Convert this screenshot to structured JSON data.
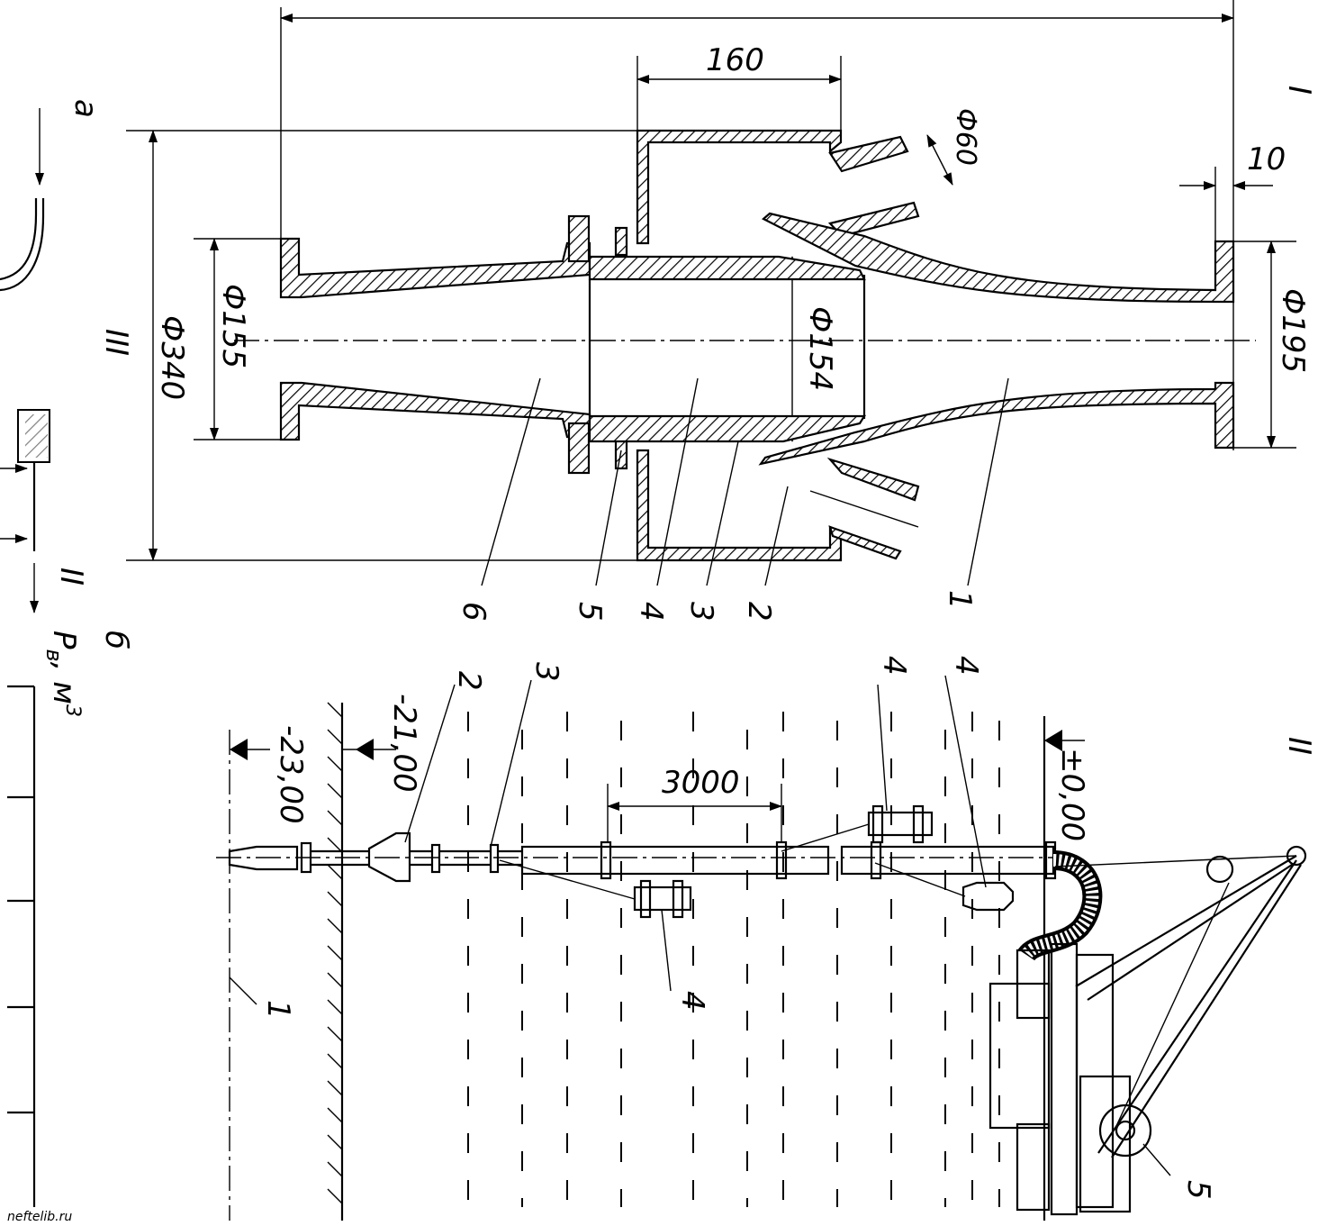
{
  "figure": {
    "panel_a_label": "а",
    "panel_b_label": "б",
    "section_I": "I",
    "section_II": "II",
    "section_III": "III",
    "section_II_lower": "II",
    "pv_label": "P",
    "pv_sub": "в",
    "pv_unit": ", м",
    "pv_sup": "3",
    "watermark": "neftelib.ru"
  },
  "dimensions_a": {
    "d160": "160",
    "d10": "10",
    "phi60": "Ф60",
    "phi155": "Ф155",
    "phi340": "Ф340",
    "phi154": "Ф154",
    "phi195": "Ф195"
  },
  "parts_a": [
    "1",
    "2",
    "3",
    "4",
    "5",
    "6"
  ],
  "elevations_b": {
    "el23": "-23,00",
    "el21": "-21,00",
    "el0": "±0,00",
    "d3000": "3000"
  },
  "parts_b": {
    "p1": "1",
    "p2": "2",
    "p3": "3",
    "p4a": "4",
    "p4b": "4",
    "p4c": "4",
    "p5": "5"
  }
}
